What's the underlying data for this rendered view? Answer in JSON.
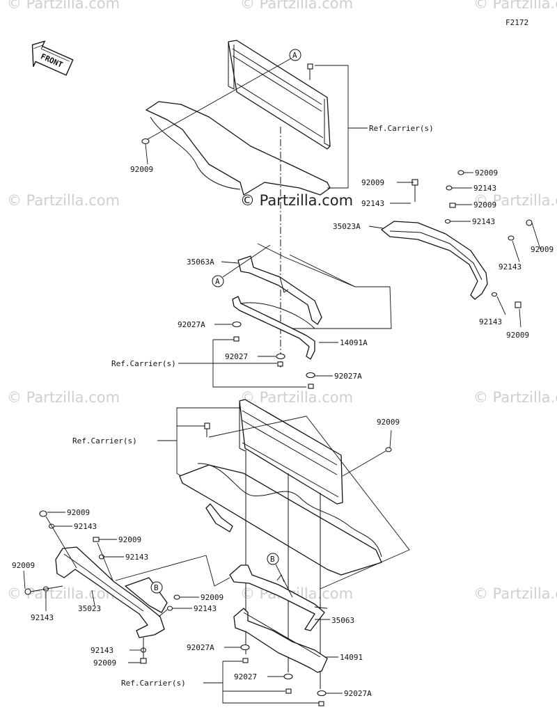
{
  "figure_id": "F2172",
  "front_label": "FRONT",
  "watermark": "© Partzilla.com",
  "refs": {
    "A": "A",
    "B": "B"
  },
  "upper": {
    "bolt": "92009",
    "ref_carrier_top": "Ref.Carrier(s)",
    "right_92009_a": "92009",
    "right_92143_a": "92143",
    "right_92009_b": "92009",
    "right_92009_c": "92009",
    "right_92143_b": "92143",
    "right_92143_c": "92143",
    "right_92009_d": "92009",
    "right_92143_d": "92143",
    "right_92143_e": "92143",
    "right_92009_e": "92009",
    "guard": "35023A",
    "bracket": "35063A",
    "stay": "14091A",
    "nut_a_top": "92027A",
    "ref_carrier_mid": "Ref.Carrier(s)",
    "nut_center": "92027",
    "nut_a_bottom": "92027A"
  },
  "lower": {
    "ref_carrier": "Ref.Carrier(s)",
    "bolt_right": "92009",
    "l_92009_a": "92009",
    "l_92143_a": "92143",
    "l_92009_b": "92009",
    "l_92143_b": "92143",
    "l_92009_side": "92009",
    "l_92143_side": "92143",
    "guard": "35023",
    "l_92009_c": "92009",
    "l_92143_c": "92143",
    "l_92143_d": "92143",
    "l_92009_d": "92009",
    "bracket": "35063",
    "stay": "14091",
    "nut_a_top": "92027A",
    "nut_center": "92027",
    "ref_carrier_bottom": "Ref.Carrier(s)",
    "nut_a_bottom": "92027A"
  }
}
